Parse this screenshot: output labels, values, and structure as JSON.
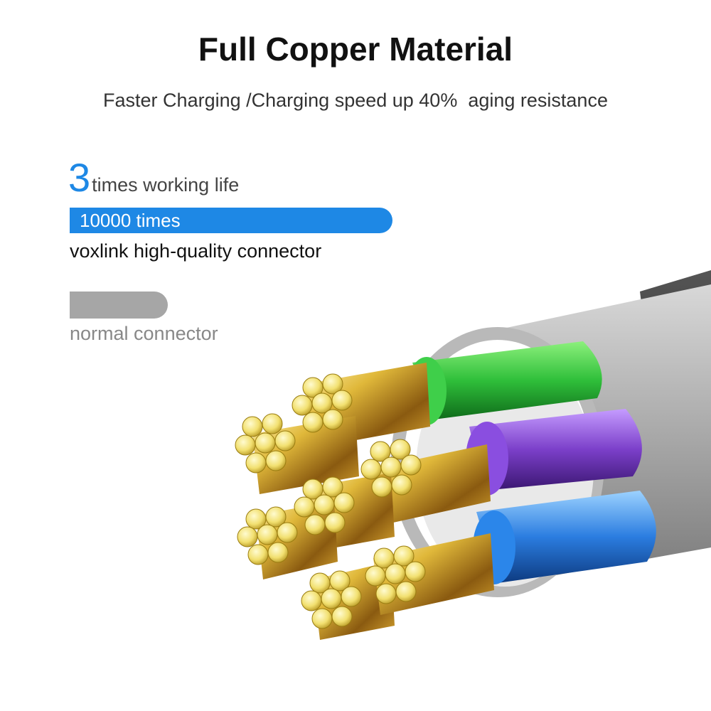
{
  "header": {
    "title": "Full Copper Material",
    "subtitle": "Faster Charging /Charging speed up 40%  aging resistance"
  },
  "comparison": {
    "life_number": "3",
    "life_text": "times working life",
    "premium_bar": {
      "label": "10000 times",
      "color": "#1e88e5"
    },
    "premium_label": "voxlink high-quality connector",
    "normal_bar": {
      "color": "#a6a6a6"
    },
    "normal_label": "normal connector"
  },
  "illustration": {
    "name": "cable-cross-section",
    "wire_colors": [
      "#33c93c",
      "#7b3fc9",
      "#2b7de0",
      "#c9a227"
    ]
  }
}
